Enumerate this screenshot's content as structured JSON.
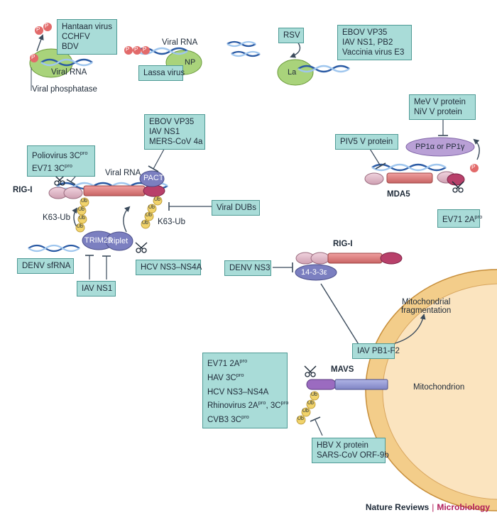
{
  "boxes": {
    "hantaan": [
      "Hantaan virus",
      "CCHFV",
      "BDV"
    ],
    "lassa": "Lassa virus",
    "rsv": "RSV",
    "ebov_top": [
      "EBOV VP35",
      "IAV NS1, PB2",
      "Vaccinia virus E3"
    ],
    "ebov_mid": [
      "EBOV VP35",
      "IAV NS1",
      "MERS-CoV 4a"
    ],
    "polio": [
      [
        "Poliovirus 3C",
        "pro"
      ],
      [
        "EV71 3C",
        "pro"
      ]
    ],
    "viral_dubs": "Viral DUBs",
    "denv_sfrna": "DENV sfRNA",
    "hcv": "HCV NS3–NS4A",
    "iav_ns1": "IAV NS1",
    "mev": [
      "MeV V protein",
      "NiV V protein"
    ],
    "piv5": "PIV5 V protein",
    "ev71_2a": [
      "EV71 2A",
      "pro"
    ],
    "denv_ns3": "DENV NS3",
    "iav_pb1": "IAV PB1-F2",
    "mavs_inhib": [
      [
        [
          "EV71 2A",
          "pro"
        ]
      ],
      [
        [
          "HAV 3C",
          "pro"
        ]
      ],
      [
        [
          "HCV NS3–NS4A",
          ""
        ]
      ],
      [
        [
          "Rhinovirus 2A",
          "pro"
        ],
        [
          ", 3C",
          "pro"
        ]
      ],
      [
        [
          "CVB3 3C",
          "pro"
        ]
      ]
    ],
    "hbv": [
      "HBV X protein",
      "SARS-CoV ORF-9b"
    ]
  },
  "labels": {
    "viral_rna": "Viral RNA",
    "viral_phosphatase": "Viral phosphatase",
    "np": "NP",
    "la": "La",
    "rig_i": "RIG-I",
    "pact": "PACT",
    "k63_ub": "K63-Ub",
    "trim25": "TRIM25",
    "riplet": "Riplet",
    "ub": "Ub",
    "p": "P",
    "mda5": "MDA5",
    "pp1": "PP1α or PP1γ",
    "fourteen33": "14-3-3ε",
    "mito_frag": [
      "Mitochondrial",
      "fragmentation"
    ],
    "mavs": "MAVS",
    "mitochondrion": "Mitochondrion"
  },
  "footer": {
    "publisher": "Nature Reviews",
    "journal": "Microbiology"
  },
  "colors": {
    "box_fill": "#a9dcd8",
    "box_border": "#4f9a95",
    "green_blob": "#a9d37b",
    "purple_blob": "#8c8fc9",
    "ligase": "#7b7fc0",
    "pp1": "#b9a0d6",
    "helicase": "#d97b7b",
    "card": "#d8b2c2",
    "ctd": "#b8406a",
    "mito_outer": "#f3cd8a",
    "mito_inner": "#fbe4bf",
    "ub": "#f1d36b",
    "phospho": "#e26a6a",
    "rna_dark": "#2a5aa4",
    "rna_light": "#9fc6ee",
    "text": "#1e2a38",
    "journal": "#b01c5a"
  }
}
